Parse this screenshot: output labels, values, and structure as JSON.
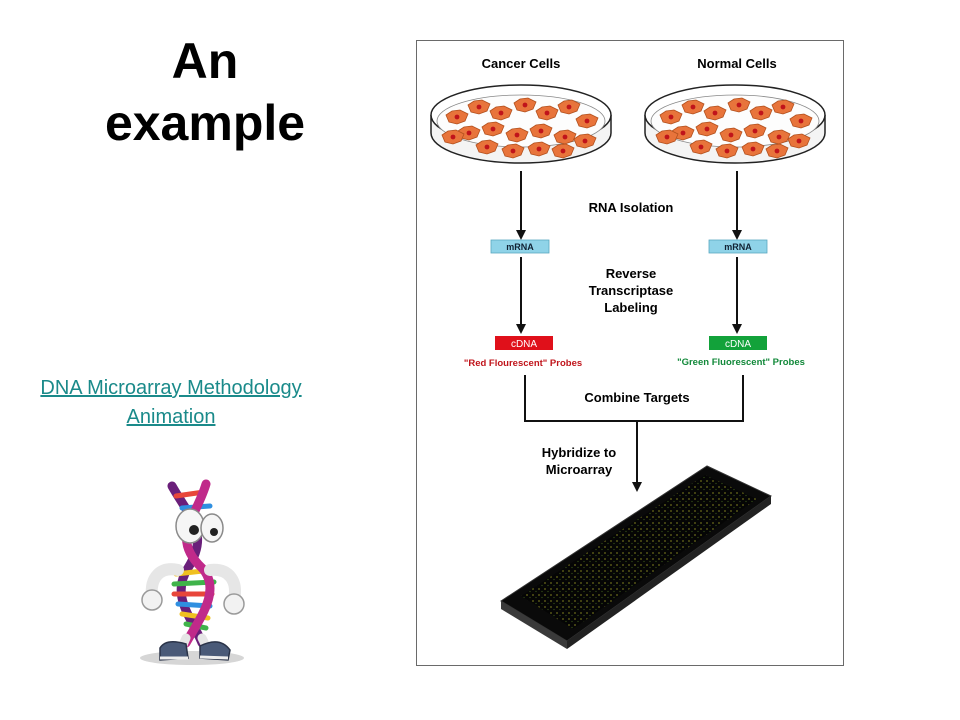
{
  "slide": {
    "title_line1": "An",
    "title_line2": "example",
    "link_line1": "DNA Microarray Methodology",
    "link_line2": "Animation"
  },
  "diagram": {
    "cancer_label": "Cancer Cells",
    "normal_label": "Normal Cells",
    "rna_isolation": "RNA Isolation",
    "mrna_left": "mRNA",
    "mrna_right": "mRNA",
    "rt_line1": "Reverse",
    "rt_line2": "Transcriptase",
    "rt_line3": "Labeling",
    "cdna_left": "cDNA",
    "cdna_right": "cDNA",
    "red_probes": "\"Red Flourescent\" Probes",
    "green_probes": "\"Green Fluorescent\" Probes",
    "combine": "Combine Targets",
    "hyb_line1": "Hybridize to",
    "hyb_line2": "Microarray"
  },
  "colors": {
    "link": "#1a8a8a",
    "cell_fill": "#e8743b",
    "cell_nucleus": "#c0141b",
    "mrna_box": "#8fd3e8",
    "cdna_red": "#e0101a",
    "cdna_green": "#12a23a",
    "red_text": "#c0141b",
    "green_text": "#12893a"
  }
}
